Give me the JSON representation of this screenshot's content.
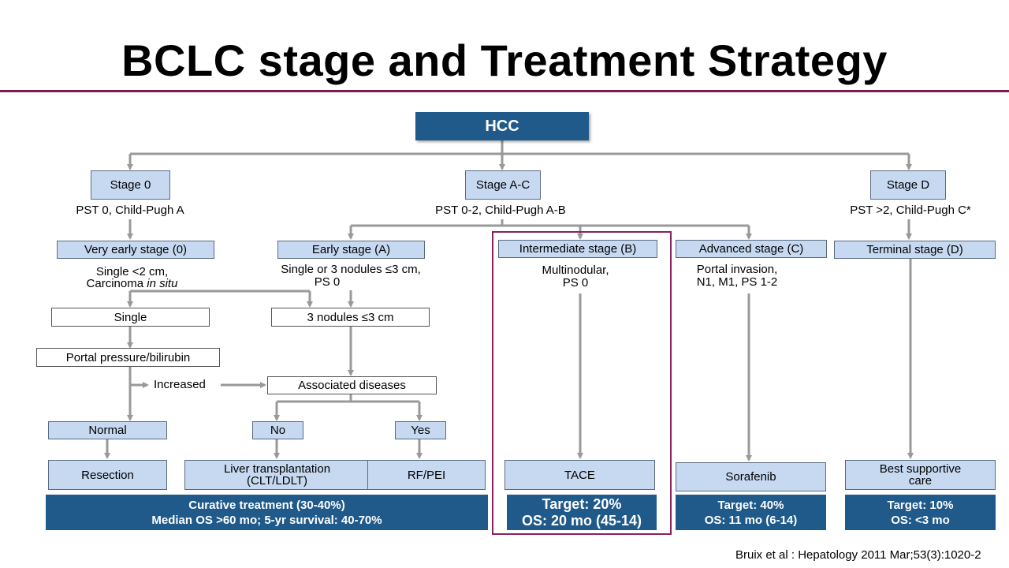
{
  "title": "BCLC stage and Treatment Strategy",
  "root": "HCC",
  "stages": {
    "stage0": {
      "label": "Stage 0",
      "criteria": "PST 0, Child-Pugh A"
    },
    "stageAC": {
      "label": "Stage A-C",
      "criteria": "PST 0-2, Child-Pugh A-B"
    },
    "stageD": {
      "label": "Stage D",
      "criteria": "PST >2, Child-Pugh C*"
    }
  },
  "substages": {
    "very_early": {
      "label": "Very early stage (0)",
      "desc_line1": "Single <2 cm,",
      "desc_line2_prefix": "Carcinoma ",
      "desc_line2_italic": "in situ"
    },
    "early": {
      "label": "Early stage (A)",
      "desc_line1": "Single or 3 nodules ≤3 cm,",
      "desc_line2": "PS 0"
    },
    "intermediate": {
      "label": "Intermediate stage (B)",
      "desc_line1": "Multinodular,",
      "desc_line2": "PS 0"
    },
    "advanced": {
      "label": "Advanced stage (C)",
      "desc_line1": "Portal invasion,",
      "desc_line2": "N1, M1, PS 1-2"
    },
    "terminal": {
      "label": "Terminal stage (D)"
    }
  },
  "nodes": {
    "single": "Single",
    "three_nodules": "3 nodules ≤3 cm",
    "portal": "Portal pressure/bilirubin",
    "increased": "Increased",
    "assoc": "Associated diseases",
    "normal": "Normal",
    "no": "No",
    "yes": "Yes"
  },
  "treatments": {
    "resection": "Resection",
    "liver_tx_line1": "Liver transplantation",
    "liver_tx_line2": "(CLT/LDLT)",
    "rfpei": "RF/PEI",
    "tace": "TACE",
    "sorafenib": "Sorafenib",
    "bsc_line1": "Best supportive",
    "bsc_line2": "care"
  },
  "outcomes": {
    "curative_line1": "Curative treatment (30-40%)",
    "curative_line2": "Median OS >60 mo; 5-yr survival: 40-70%",
    "tace_line1": "Target: 20%",
    "tace_line2": "OS: 20 mo (45-14)",
    "sorafenib_line1": "Target: 40%",
    "sorafenib_line2": "OS: 11 mo (6-14)",
    "bsc_line1": "Target: 10%",
    "bsc_line2": "OS: <3 mo"
  },
  "citation": "Bruix et al : Hepatology 2011 Mar;53(3):1020-2",
  "colors": {
    "title_rule": "#7b1a55",
    "box_fill": "#c6d9f1",
    "dark_fill": "#1f5a8a",
    "connector": "#999999",
    "highlight": "#8a2060"
  }
}
